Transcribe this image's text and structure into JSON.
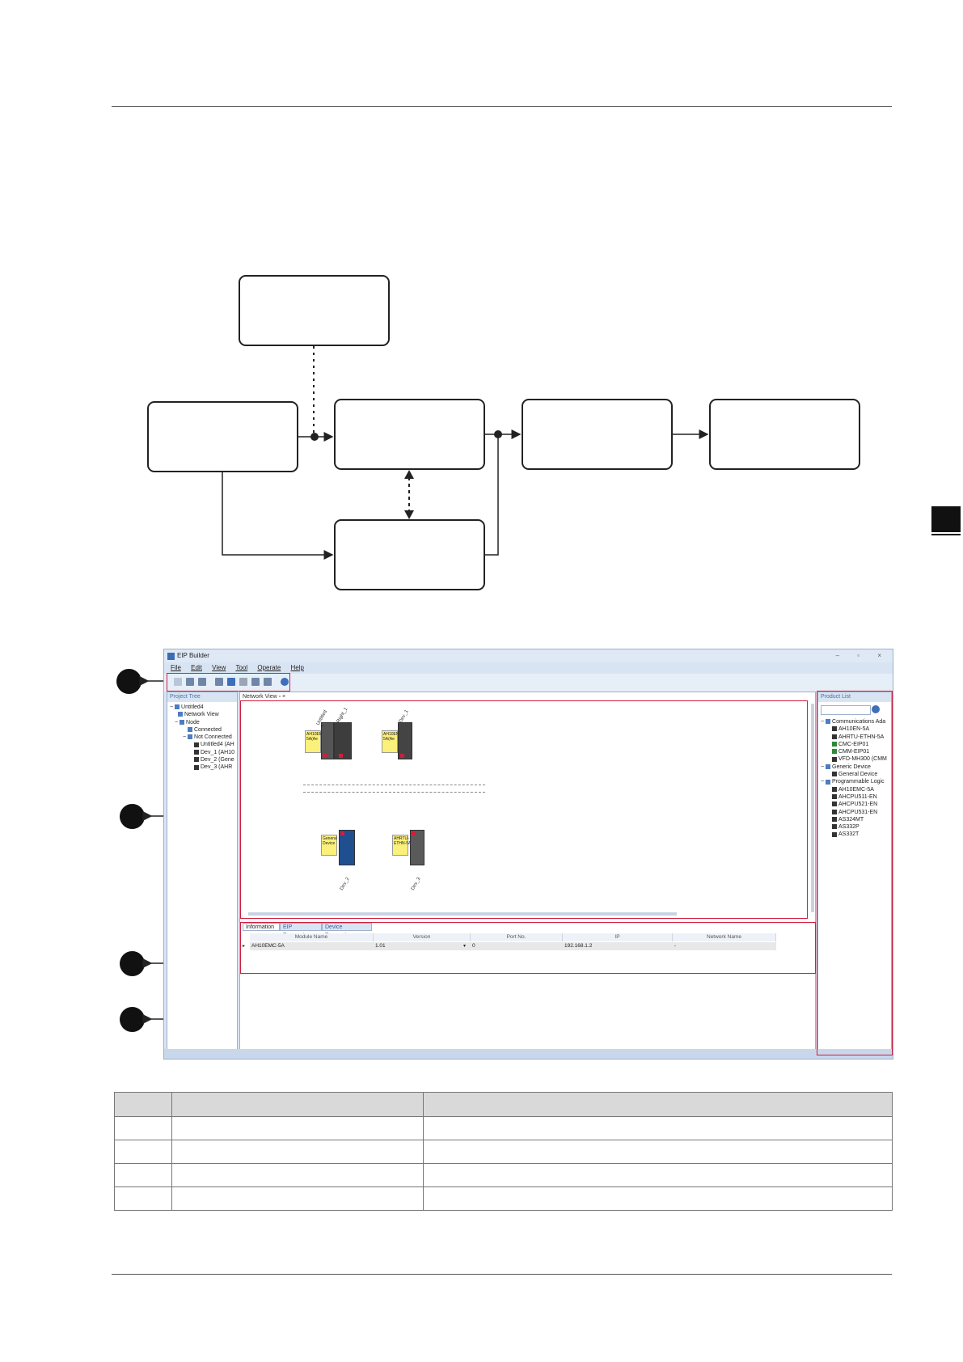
{
  "screenshot": {
    "window_title": "EIP Builder",
    "menu": [
      "File",
      "Edit",
      "View",
      "Tool",
      "Operate",
      "Help"
    ],
    "project_tree": {
      "header": "Project Tree",
      "items": [
        "Untitled4",
        "Network View",
        "Node",
        "Connected",
        "Not Connected",
        "Untitled4 (AH",
        "Dev_1 (AH10",
        "Dev_2 (Gene",
        "Dev_3 (AHR"
      ]
    },
    "network_view": {
      "tab": "Network View",
      "devices": [
        {
          "note": "AH10EMC\n5A(Ae",
          "labels": [
            "Untitled\n4",
            "Right_1"
          ]
        },
        {
          "note": "AH10EN\n5A(Ae",
          "labels": [
            "Dev_1"
          ]
        },
        {
          "note": "General\nDevice",
          "labels": [
            "Dev_2"
          ]
        },
        {
          "note": "AHRTU-\nETHN-5A",
          "labels": [
            "Dev_3"
          ]
        }
      ]
    },
    "info_panel": {
      "tabs": [
        "Information",
        "EIP Parameter",
        "Device Parameter"
      ],
      "columns": [
        "Module Name",
        "Version",
        "Port No.",
        "IP",
        "Network Name"
      ],
      "row": [
        "AH10EMC-5A",
        "1.01",
        "0",
        "192.168.1.2",
        "-"
      ]
    },
    "product_list": {
      "header": "Product List",
      "items": [
        "Communications Ada",
        "AH10EN-5A",
        "AHRTU-ETHN-5A",
        "CMC-EIP01",
        "CMM-EIP01",
        "VFD-MH300 (CMM",
        "Generic Device",
        "General Device",
        "Programmable Logic",
        "AH10EMC-5A",
        "AHCPU511-EN",
        "AHCPU521-EN",
        "AHCPU531-EN",
        "AS324MT",
        "AS332P",
        "AS332T"
      ]
    }
  },
  "colors": {
    "highlight": "#d21e3c",
    "window_chrome": "#d9e4f3"
  }
}
